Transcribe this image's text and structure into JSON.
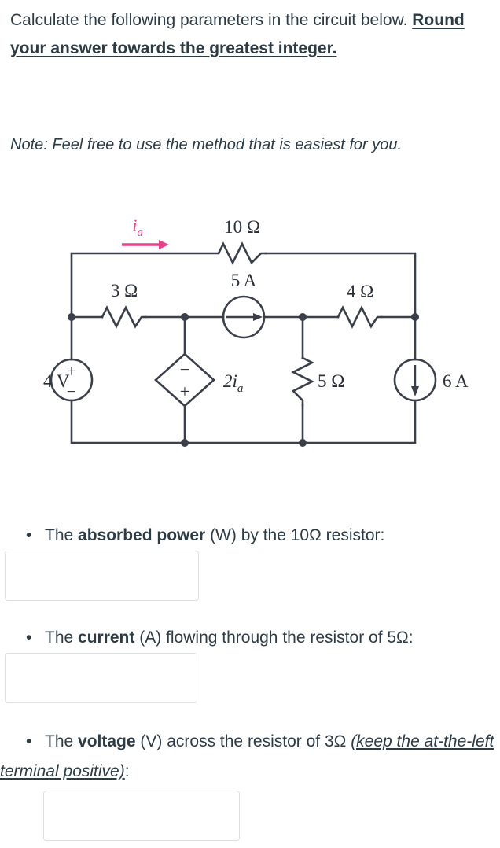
{
  "prompt": {
    "line_plain": "Calculate the following parameters in the circuit below. ",
    "line_emph": "Round your answer towards the greatest integer.",
    "note": "Note: Feel free to use the method that is easiest for you."
  },
  "circuit": {
    "title": "resistive-circuit-with-dependent-source",
    "current_label": "i",
    "current_label_sub": "a",
    "r10_label": "10 Ω",
    "r3_label": "3 Ω",
    "r4_label": "4 Ω",
    "r5_label": "5 Ω",
    "isrc_5a_label": "5 A",
    "isrc_6a_label": "6 A",
    "vsrc_4v_label": "4 V",
    "dep_src_label_main": "2i",
    "dep_src_label_sub": "a",
    "vsrc_plus": "+",
    "vsrc_minus": "−",
    "dep_plus": "+",
    "dep_minus": "−",
    "accent_color": "#e8418c",
    "line_color": "#3a3f4a"
  },
  "questions": [
    {
      "bullet": "•",
      "text_a": "The ",
      "text_bold": "absorbed power",
      "text_b": " (W) by the 10Ω resistor:",
      "input_value": "",
      "input_placeholder": ""
    },
    {
      "bullet": "•",
      "text_a": "The ",
      "text_bold": "current",
      "text_b": " (A) flowing through the resistor of 5Ω:",
      "input_value": "",
      "input_placeholder": ""
    },
    {
      "bullet": "•",
      "text_a": "The ",
      "text_bold": "voltage",
      "text_b": " (V) across the resistor of 3Ω ",
      "text_italic_underline": "(keep the at-the-left terminal positive)",
      "text_c": ":",
      "input_value": "",
      "input_placeholder": ""
    }
  ]
}
